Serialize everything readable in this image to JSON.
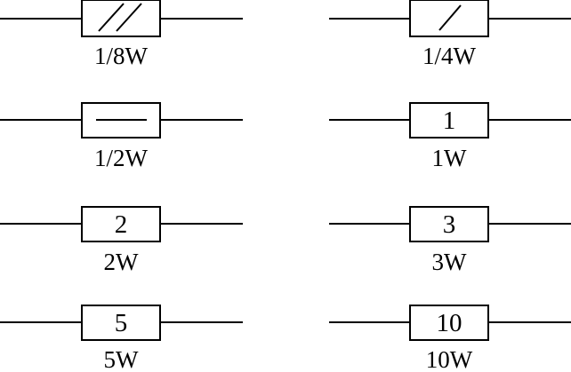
{
  "resistors": [
    {
      "caption": "1/8W",
      "inner_text": "",
      "mark": "double-slash"
    },
    {
      "caption": "1/4W",
      "inner_text": "",
      "mark": "single-slash"
    },
    {
      "caption": "1/2W",
      "inner_text": "",
      "mark": "horizontal-bar"
    },
    {
      "caption": "1W",
      "inner_text": "1",
      "mark": "text"
    },
    {
      "caption": "2W",
      "inner_text": "2",
      "mark": "text"
    },
    {
      "caption": "3W",
      "inner_text": "3",
      "mark": "text"
    },
    {
      "caption": "5W",
      "inner_text": "5",
      "mark": "text"
    },
    {
      "caption": "10W",
      "inner_text": "10",
      "mark": "text"
    }
  ],
  "colors": {
    "stroke": "#000000",
    "background": "#ffffff"
  }
}
